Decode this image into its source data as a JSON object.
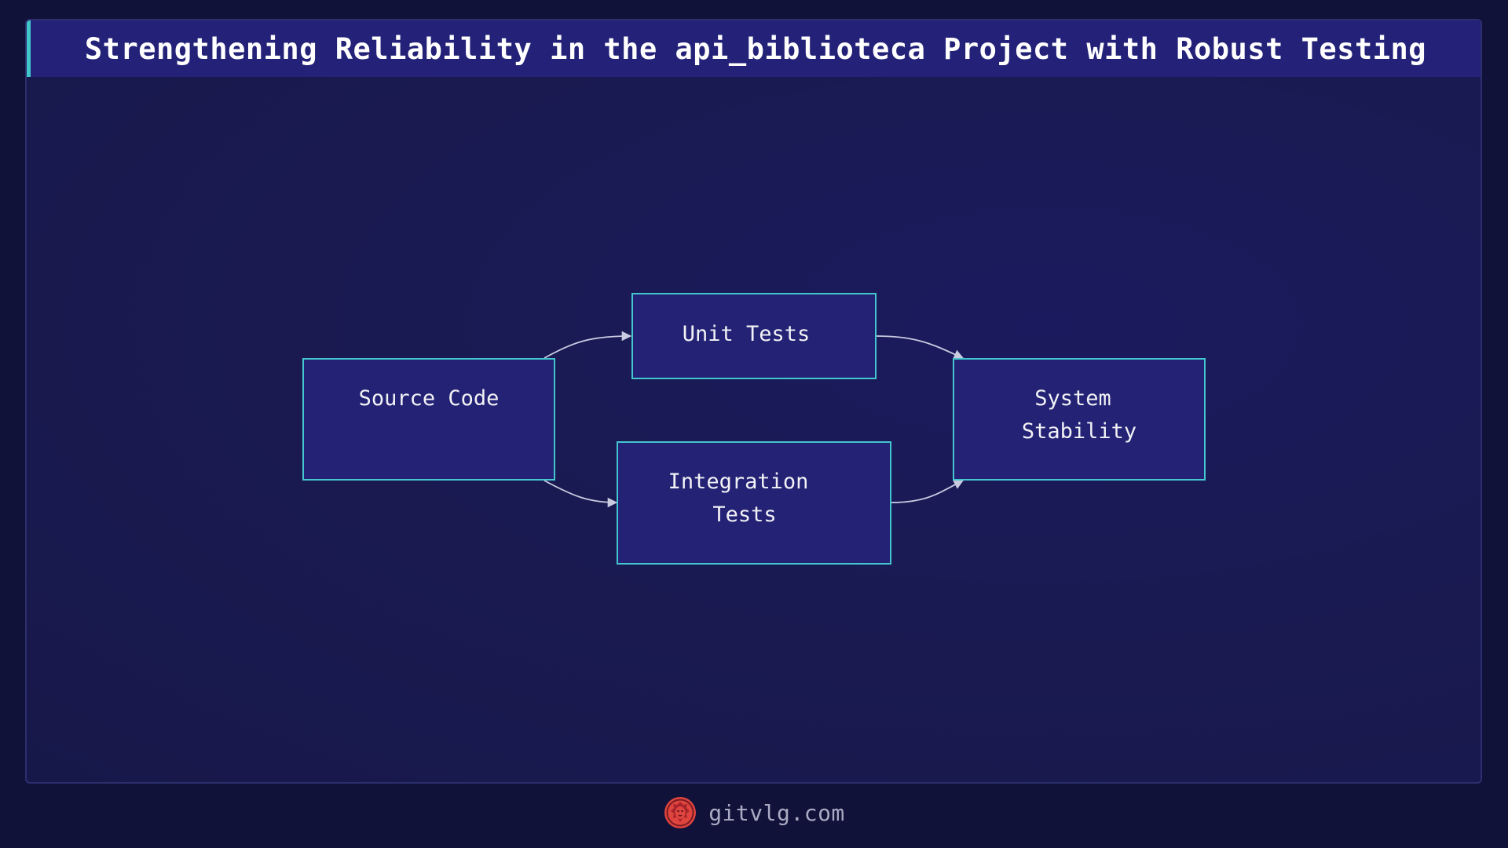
{
  "title": "Strengthening Reliability in the api_biblioteca Project with Robust Testing",
  "nodes": {
    "source_code": {
      "lines": [
        "Source Code"
      ]
    },
    "unit_tests": {
      "lines": [
        "Unit Tests"
      ]
    },
    "integration_tests": {
      "lines": [
        "Integration",
        "Tests"
      ]
    },
    "system_stability": {
      "lines": [
        "System",
        "Stability"
      ]
    }
  },
  "edges": [
    {
      "from": "Source Code",
      "to": "Unit Tests"
    },
    {
      "from": "Source Code",
      "to": "Integration Tests"
    },
    {
      "from": "Unit Tests",
      "to": "System Stability"
    },
    {
      "from": "Integration Tests",
      "to": "System Stability"
    }
  ],
  "footer": {
    "site": "gitvlg.com",
    "logo_icon": "lion-logo-icon"
  },
  "colors": {
    "background": "#11123a",
    "panel": "#1a1a52",
    "title_bar": "#232278",
    "accent": "#3fc7c9",
    "node_fill": "#232275",
    "node_border": "#44c6cf",
    "edge": "#c9cbe0",
    "logo": "#e0443e"
  }
}
